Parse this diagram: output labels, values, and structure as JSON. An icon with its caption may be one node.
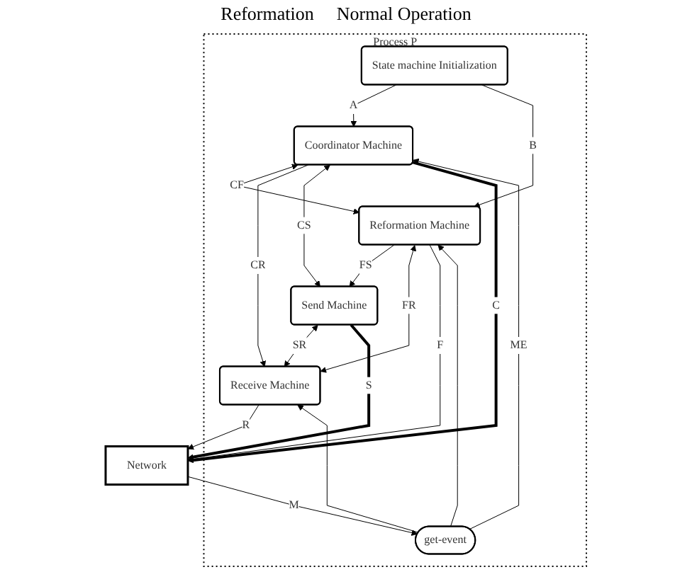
{
  "diagram": {
    "nodes": [
      {
        "text": [
          "Process P"
        ]
      },
      {
        "text": [
          "State machine Initialization"
        ],
        "in": 0
      },
      {
        "text": [
          "Coordinator Machine"
        ],
        "in": 0
      },
      {
        "text": [
          "Reformation Machine"
        ],
        "in": 0
      },
      {
        "text": [
          "Send Machine"
        ],
        "in": 0
      },
      {
        "text": [
          "Receive Machine"
        ],
        "in": 0
      },
      {
        "text": [
          "get-event"
        ],
        "in": 0
      },
      {
        "text": [
          "Network"
        ]
      }
    ],
    "edges": [
      {
        "from": 1,
        "to": 2,
        "arrow": "to",
        "label": "A"
      },
      {
        "from": 1,
        "to": 3,
        "arrow": "to",
        "label": "B"
      },
      {
        "from": 2,
        "to": 3,
        "arrow": "both",
        "label": "CF"
      },
      {
        "from": 2,
        "to": 5,
        "arrow": "to",
        "label": "CR"
      },
      {
        "from": 3,
        "to": 4,
        "arrow": "to",
        "label": "FS"
      },
      {
        "from": 2,
        "to": 4,
        "arrow": "both",
        "label": "CS"
      },
      {
        "from": 3,
        "to": 5,
        "arrow": "both",
        "label": "FR"
      },
      {
        "from": 4,
        "to": 5,
        "arrow": "both",
        "label": "SR"
      },
      {
        "from": 6,
        "to": 2,
        "arrow": "to",
        "label": "ME"
      },
      {
        "from": 6,
        "to": 3,
        "arrow": "to"
      },
      {
        "from": 6,
        "to": 5,
        "arrow": "to"
      },
      {
        "from": 2,
        "to": 7,
        "arrow": "to",
        "label": "C",
        "style": "thick"
      },
      {
        "from": 4,
        "to": 7,
        "arrow": "to",
        "label": "S",
        "style": "thick"
      },
      {
        "from": 5,
        "to": 7,
        "arrow": "to",
        "label": "R"
      },
      {
        "from": 3,
        "to": 7,
        "arrow": "to",
        "label": "F"
      },
      {
        "from": 7,
        "to": 6,
        "arrow": "to",
        "label": "M"
      }
    ],
    "labels": [
      "Reformation",
      "Normal Operation"
    ]
  }
}
